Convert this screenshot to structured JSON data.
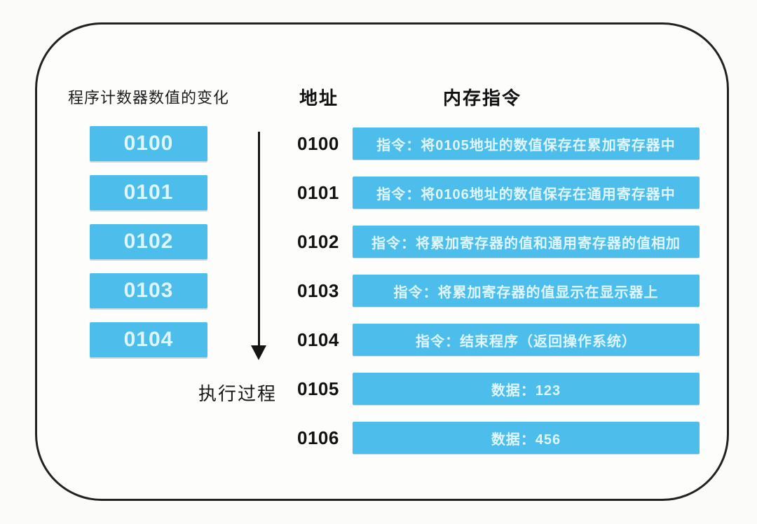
{
  "diagram": {
    "colors": {
      "box_blue": "#4DBEEB",
      "box_text": "#DFF6FF",
      "outline_black": "#222222"
    },
    "left_column": {
      "title": "程序计数器数值的变化",
      "pc_values": [
        "0100",
        "0101",
        "0102",
        "0103",
        "0104"
      ],
      "arrow_label": "执行过程"
    },
    "memory_table": {
      "address_header": "地址",
      "instruction_header": "内存指令",
      "rows": [
        {
          "address": "0100",
          "content": "指令：将0105地址的数值保存在累加寄存器中"
        },
        {
          "address": "0101",
          "content": "指令：将0106地址的数值保存在通用寄存器中"
        },
        {
          "address": "0102",
          "content": "指令：将累加寄存器的值和通用寄存器的值相加"
        },
        {
          "address": "0103",
          "content": "指令：将累加寄存器的值显示在显示器上"
        },
        {
          "address": "0104",
          "content": "指令：结束程序（返回操作系统）"
        },
        {
          "address": "0105",
          "content": "数据：123"
        },
        {
          "address": "0106",
          "content": "数据：456"
        }
      ]
    }
  }
}
